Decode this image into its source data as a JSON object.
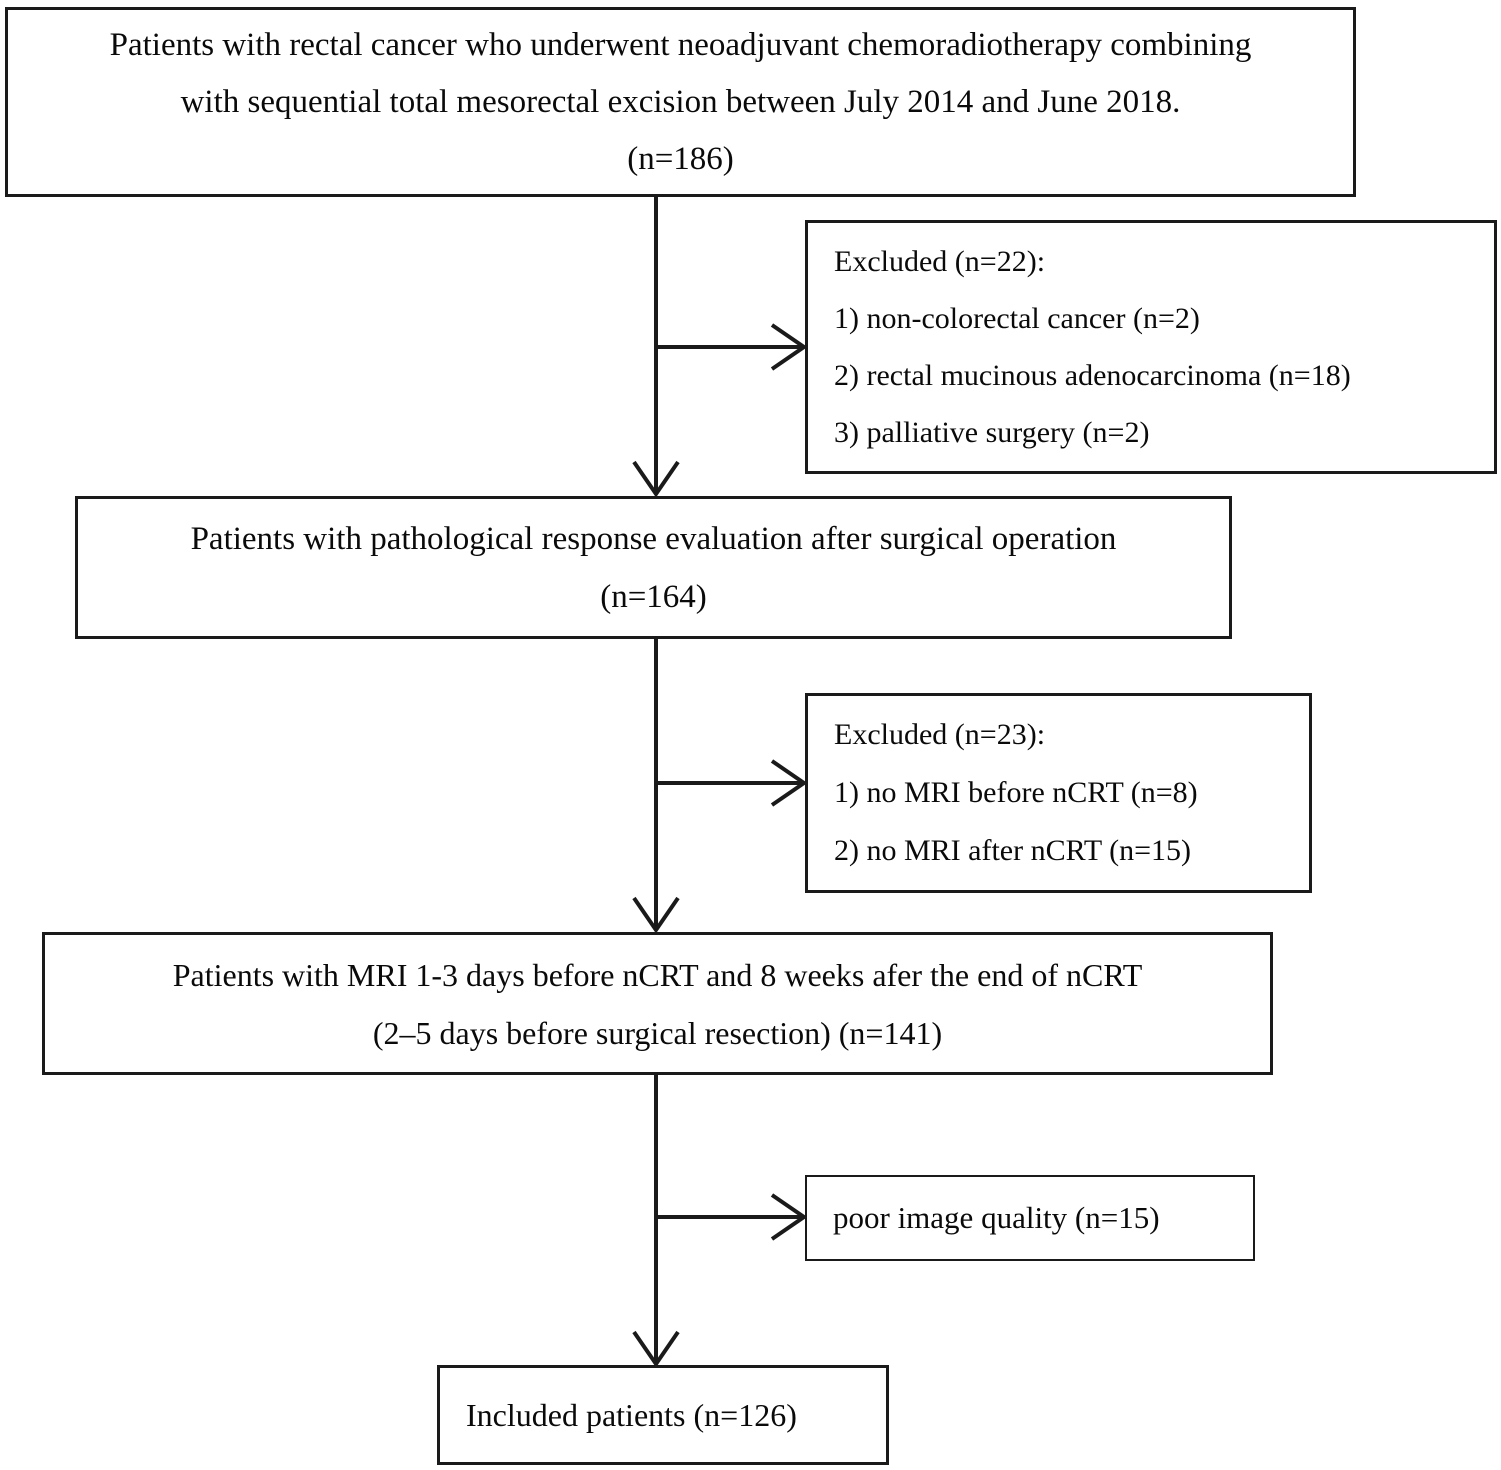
{
  "figure": {
    "type": "flowchart",
    "description": "Patient selection flow diagram (CONSORT-style) for a rectal cancer nCRT MRI study",
    "stroke_color": "#1a1a1a",
    "background_color": "#ffffff"
  },
  "nodes": {
    "cohort_initial": {
      "lines": [
        "Patients with rectal cancer who underwent neoadjuvant chemoradiotherapy combining",
        "with sequential total mesorectal excision between July 2014 and June 2018.",
        "(n=186)"
      ],
      "count": 186
    },
    "excluded_1": {
      "lines": [
        "Excluded (n=22):",
        "1) non-colorectal cancer (n=2)",
        "2) rectal mucinous adenocarcinoma (n=18)",
        "3) palliative surgery (n=2)"
      ],
      "count": 22
    },
    "cohort_pathology": {
      "lines": [
        "Patients with pathological response evaluation after surgical operation",
        "(n=164)"
      ],
      "count": 164
    },
    "excluded_2": {
      "lines": [
        "Excluded (n=23):",
        "1) no MRI before nCRT (n=8)",
        "2) no MRI after nCRT (n=15)"
      ],
      "count": 23
    },
    "cohort_mri": {
      "lines": [
        "Patients with MRI 1-3 days before nCRT and 8 weeks afer the end of nCRT",
        "(2–5 days before surgical resection) (n=141)"
      ],
      "count": 141
    },
    "excluded_3": {
      "lines": [
        "poor image quality (n=15)"
      ],
      "count": 15
    },
    "cohort_included": {
      "lines": [
        "Included patients (n=126)"
      ],
      "count": 126
    }
  },
  "connectors": [
    {
      "name": "initial-to-pathology",
      "from": "cohort_initial",
      "to": "cohort_pathology",
      "direction": "down",
      "arrowhead": "open-v"
    },
    {
      "name": "initial-to-excluded-1",
      "from": "cohort_initial",
      "to": "excluded_1",
      "direction": "right",
      "arrowhead": "open-v"
    },
    {
      "name": "pathology-to-mri",
      "from": "cohort_pathology",
      "to": "cohort_mri",
      "direction": "down",
      "arrowhead": "open-v"
    },
    {
      "name": "pathology-to-excluded-2",
      "from": "cohort_pathology",
      "to": "excluded_2",
      "direction": "right",
      "arrowhead": "open-v"
    },
    {
      "name": "mri-to-included",
      "from": "cohort_mri",
      "to": "cohort_included",
      "direction": "down",
      "arrowhead": "open-v"
    },
    {
      "name": "mri-to-excluded-3",
      "from": "cohort_mri",
      "to": "excluded_3",
      "direction": "right",
      "arrowhead": "open-v"
    }
  ]
}
